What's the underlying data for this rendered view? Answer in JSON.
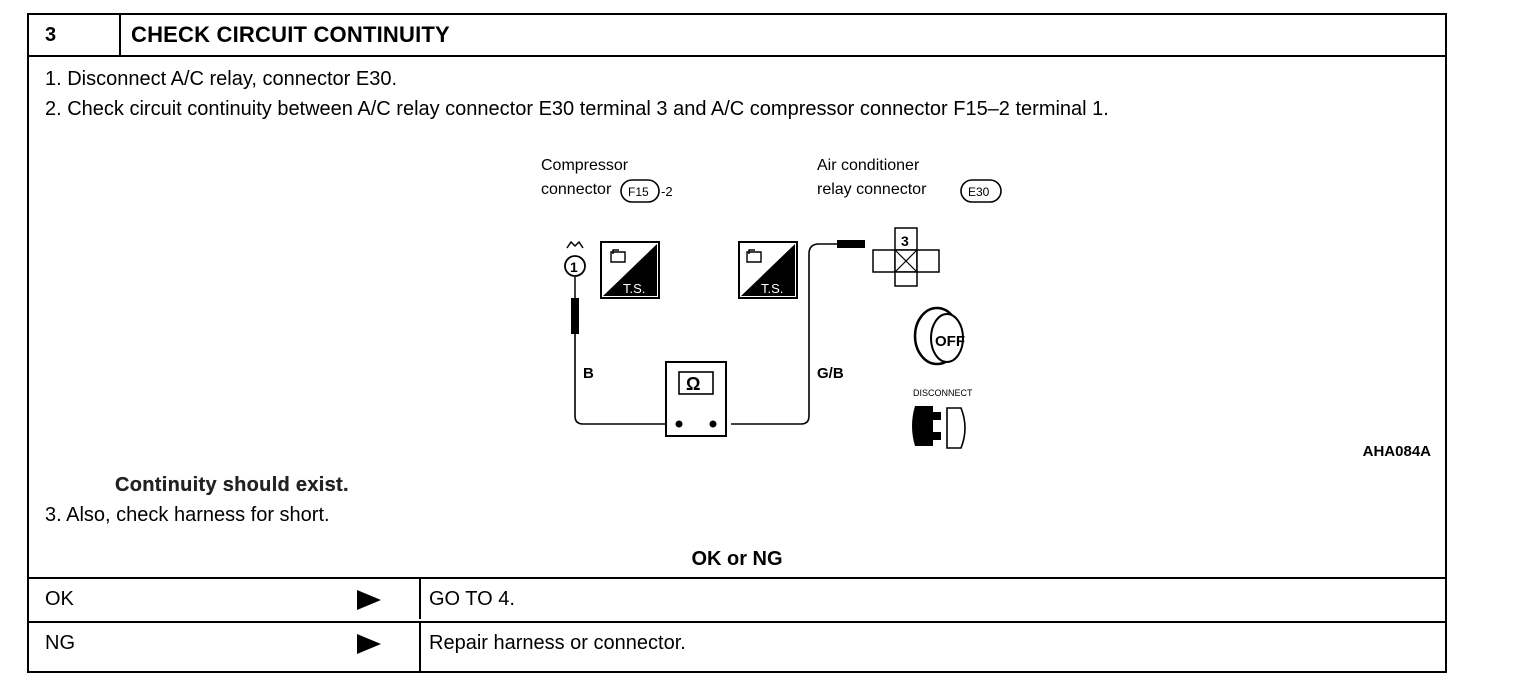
{
  "header": {
    "number": "3",
    "title": "CHECK CIRCUIT CONTINUITY"
  },
  "steps": {
    "step1": "1.  Disconnect A/C relay, connector E30.",
    "step2": "2.  Check circuit continuity between A/C relay connector E30 terminal 3 and A/C compressor connector F15–2 terminal 1.",
    "step3": "3.  Also, check harness for short."
  },
  "diagram": {
    "compressor_label_1": "Compressor",
    "compressor_label_2": "connector",
    "compressor_connector_id": "F15",
    "compressor_connector_suffix": "-2",
    "relay_label_1": "Air conditioner",
    "relay_label_2": "relay connector",
    "relay_connector_id": "E30",
    "terminal_compressor": "1",
    "terminal_relay": "3",
    "wire_left": "B",
    "wire_right": "G/B",
    "meter_symbol": "Ω",
    "ts_label": "T.S.",
    "ignition_label": "OFF",
    "disconnect_label": "DISCONNECT",
    "figure_id": "AHA084A"
  },
  "continuity_note": "Continuity should exist.",
  "okng": {
    "title": "OK or NG",
    "rows": [
      {
        "label": "OK",
        "result": "GO TO 4."
      },
      {
        "label": "NG",
        "result": "Repair harness or connector."
      }
    ]
  }
}
